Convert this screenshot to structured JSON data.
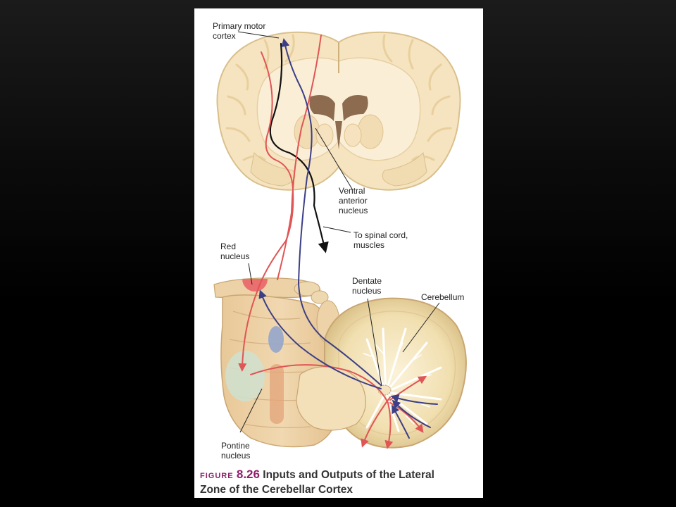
{
  "labels": {
    "primary_motor_line1": "Primary motor",
    "primary_motor_line2": "cortex",
    "ventral_line1": "Ventral",
    "ventral_line2": "anterior",
    "ventral_line3": "nucleus",
    "spinal_line1": "To spinal cord,",
    "spinal_line2": "muscles",
    "red_line1": "Red",
    "red_line2": "nucleus",
    "dentate_line1": "Dentate",
    "dentate_line2": "nucleus",
    "cerebellum": "Cerebellum",
    "pontine_line1": "Pontine",
    "pontine_line2": "nucleus"
  },
  "caption": {
    "figure_word": "FIGURE",
    "figure_number": "8.26",
    "title_line1": "Inputs and Outputs of the Lateral",
    "title_line2": "Zone of the Cerebellar Cortex"
  },
  "colors": {
    "background": "#000000",
    "panel": "#ffffff",
    "brain_tissue": "#f6e4c0",
    "brain_outline": "#d9c08c",
    "ventricle": "#8d6b4f",
    "red_pathway": "#e05555",
    "blue_pathway": "#3c3f86",
    "black_pathway": "#111111",
    "caption_accent": "#8e1e6b"
  }
}
